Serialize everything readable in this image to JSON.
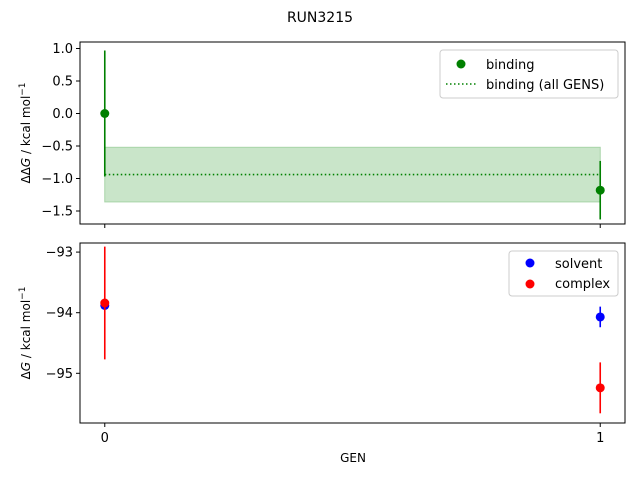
{
  "figure": {
    "title": "RUN3215",
    "xlabel": "GEN"
  },
  "chart_data": [
    {
      "type": "scatter",
      "panel": "top",
      "ylabel_parts": [
        "ΔΔ",
        "G",
        " / kcal mol",
        "−1"
      ],
      "ylim": [
        -1.7,
        1.1
      ],
      "xlim": [
        -0.05,
        1.05
      ],
      "yticks": [
        1.0,
        0.5,
        0.0,
        -0.5,
        -1.0,
        -1.5
      ],
      "ytick_labels": [
        "1.0",
        "0.5",
        "0.0",
        "−0.5",
        "−1.0",
        "−1.5"
      ],
      "xticks": [
        0,
        1
      ],
      "xtick_labels_visible": false,
      "grid": false,
      "legend_position": "upper right",
      "series": [
        {
          "name": "binding",
          "kind": "points_with_errorbars",
          "color": "#008000",
          "x": [
            0,
            1
          ],
          "y": [
            0.0,
            -1.18
          ],
          "yerr": [
            0.97,
            0.45
          ]
        },
        {
          "name": "binding (all GENS)",
          "kind": "dotted_line_with_band",
          "color": "#008000",
          "band_color": "#c9e5c9",
          "x": [
            0,
            1
          ],
          "y": -0.94,
          "band": [
            -1.36,
            -0.52
          ]
        }
      ]
    },
    {
      "type": "scatter",
      "panel": "bottom",
      "ylabel_parts": [
        "Δ",
        "G",
        " / kcal mol",
        "−1"
      ],
      "ylim": [
        -95.82,
        -92.85
      ],
      "xlim": [
        -0.05,
        1.05
      ],
      "yticks": [
        -93,
        -94,
        -95
      ],
      "ytick_labels": [
        "−93",
        "−94",
        "−95"
      ],
      "xticks": [
        0,
        1
      ],
      "xtick_labels": [
        "0",
        "1"
      ],
      "grid": false,
      "legend_position": "upper right",
      "series": [
        {
          "name": "solvent",
          "color": "#0000ff",
          "x": [
            0,
            1
          ],
          "y": [
            -93.88,
            -94.07
          ],
          "yerr": [
            0.04,
            0.17
          ]
        },
        {
          "name": "complex",
          "color": "#ff0000",
          "x": [
            0,
            1
          ],
          "y": [
            -93.84,
            -95.24
          ],
          "yerr": [
            0.93,
            0.42
          ]
        }
      ]
    }
  ]
}
